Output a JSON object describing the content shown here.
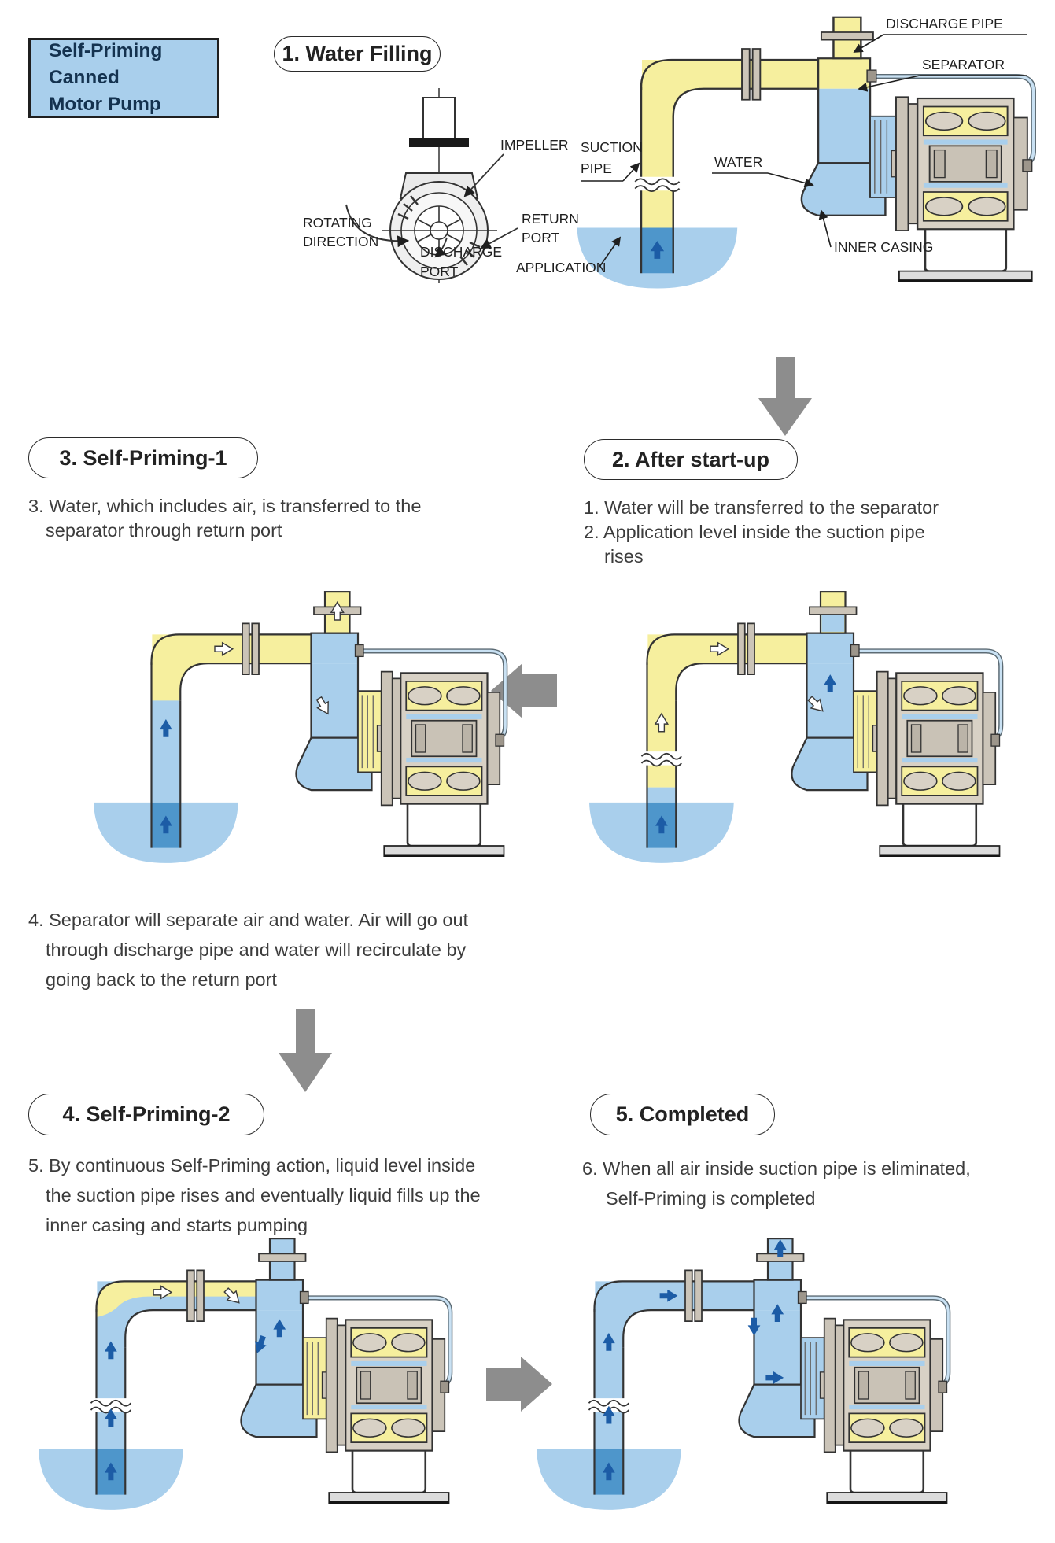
{
  "colors": {
    "air_yellow": "#f6ef9e",
    "water_blue": "#a9cfec",
    "deep_blue": "#4e96cb",
    "arrow_blue": "#1c5ca6",
    "metal_body": "#d8d1c5",
    "metal_dark": "#cbc4b8",
    "outline": "#333333",
    "gray_arrow": "#8d8d8d",
    "base_gray": "#dcdcdc",
    "header_fill": "#a9cfec",
    "header_text": "#14324f"
  },
  "header": {
    "line1": "Self-Priming Canned",
    "line2": "Motor Pump"
  },
  "stage1": {
    "title": "1. Water Filling",
    "front_labels": {
      "impeller": "IMPELLER",
      "rotating1": "ROTATING",
      "rotating2": "DIRECTION",
      "discharge1": "DISCHARGE",
      "discharge2": "PORT",
      "return1": "RETURN",
      "return2": "PORT"
    },
    "pump_labels": {
      "discharge_pipe": "DISCHARGE PIPE",
      "separator": "SEPARATOR",
      "suction1": "SUCTION",
      "suction2": "PIPE",
      "water": "WATER",
      "inner_casing": "INNER CASING",
      "application": "APPLICATION"
    }
  },
  "stage2": {
    "title": "2. After start-up",
    "lines": [
      "1. Water will be transferred to the separator",
      "2. Application level inside the suction pipe",
      "rises"
    ]
  },
  "stage3": {
    "title": "3. Self-Priming-1",
    "lines": [
      "3. Water, which includes air, is transferred to the",
      "separator through return port"
    ]
  },
  "step4_note": {
    "lines": [
      "4. Separator will separate air and water. Air will go out",
      "through discharge pipe and water will recirculate by",
      "going back to the return port"
    ]
  },
  "stage4": {
    "title": "4. Self-Priming-2",
    "lines": [
      "5. By continuous Self-Priming action, liquid level inside",
      "the suction pipe rises and eventually liquid fills up the",
      "inner casing and starts pumping"
    ]
  },
  "stage5": {
    "title": "5. Completed",
    "lines": [
      "6.  When all air inside suction pipe is eliminated,",
      "Self-Priming is completed"
    ]
  }
}
